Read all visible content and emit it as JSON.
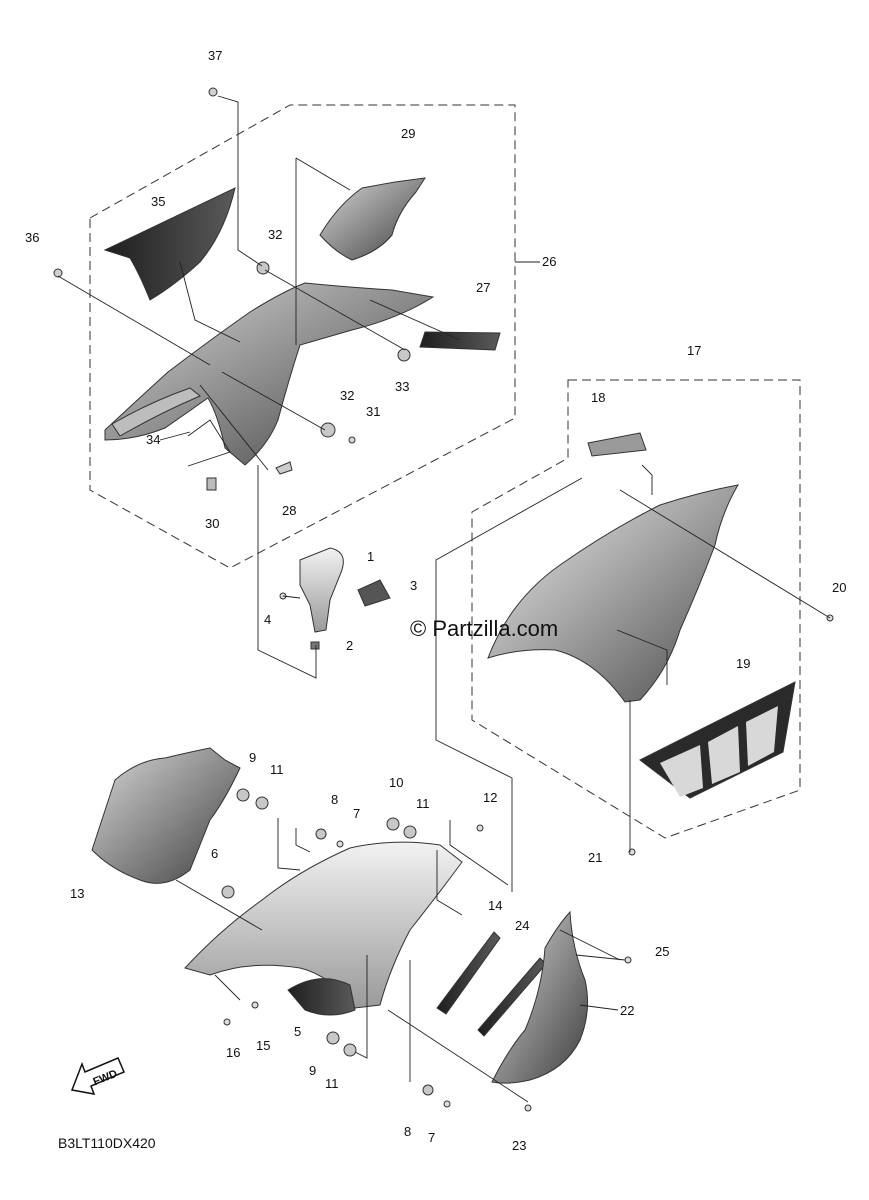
{
  "watermark": "© Partzilla.com",
  "diagram_code": "B3LT110DX420",
  "fwd_label": "FWD",
  "callouts": [
    {
      "id": "c37",
      "label": "37"
    },
    {
      "id": "c29",
      "label": "29"
    },
    {
      "id": "c35",
      "label": "35"
    },
    {
      "id": "c36",
      "label": "36"
    },
    {
      "id": "c32a",
      "label": "32"
    },
    {
      "id": "c26",
      "label": "26"
    },
    {
      "id": "c27",
      "label": "27"
    },
    {
      "id": "c33",
      "label": "33"
    },
    {
      "id": "c17",
      "label": "17"
    },
    {
      "id": "c18",
      "label": "18"
    },
    {
      "id": "c32b",
      "label": "32"
    },
    {
      "id": "c31",
      "label": "31"
    },
    {
      "id": "c34",
      "label": "34"
    },
    {
      "id": "c28",
      "label": "28"
    },
    {
      "id": "c30",
      "label": "30"
    },
    {
      "id": "c1",
      "label": "1"
    },
    {
      "id": "c3",
      "label": "3"
    },
    {
      "id": "c4",
      "label": "4"
    },
    {
      "id": "c2",
      "label": "2"
    },
    {
      "id": "c20",
      "label": "20"
    },
    {
      "id": "c19",
      "label": "19"
    },
    {
      "id": "c9a",
      "label": "9"
    },
    {
      "id": "c11a",
      "label": "11"
    },
    {
      "id": "c8a",
      "label": "8"
    },
    {
      "id": "c7a",
      "label": "7"
    },
    {
      "id": "c10",
      "label": "10"
    },
    {
      "id": "c11b",
      "label": "11"
    },
    {
      "id": "c12",
      "label": "12"
    },
    {
      "id": "c21",
      "label": "21"
    },
    {
      "id": "c6",
      "label": "6"
    },
    {
      "id": "c13",
      "label": "13"
    },
    {
      "id": "c14",
      "label": "14"
    },
    {
      "id": "c24",
      "label": "24"
    },
    {
      "id": "c25",
      "label": "25"
    },
    {
      "id": "c22",
      "label": "22"
    },
    {
      "id": "c5",
      "label": "5"
    },
    {
      "id": "c15",
      "label": "15"
    },
    {
      "id": "c16",
      "label": "16"
    },
    {
      "id": "c9b",
      "label": "9"
    },
    {
      "id": "c11c",
      "label": "11"
    },
    {
      "id": "c8b",
      "label": "8"
    },
    {
      "id": "c7b",
      "label": "7"
    },
    {
      "id": "c23",
      "label": "23"
    }
  ]
}
